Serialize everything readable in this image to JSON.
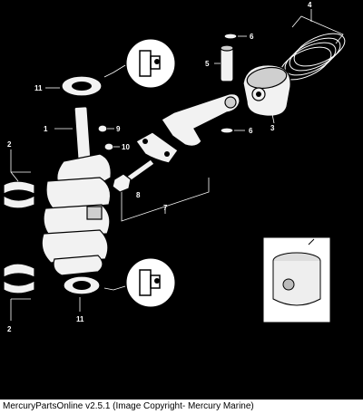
{
  "diagram": {
    "callouts": [
      "1",
      "2",
      "2",
      "3",
      "4",
      "5",
      "6",
      "6",
      "7",
      "8",
      "9",
      "10",
      "11",
      "11"
    ]
  },
  "footer": {
    "caption": "MercuryPartsOnline v2.5.1 (Image Copyright- Mercury Marine)"
  }
}
